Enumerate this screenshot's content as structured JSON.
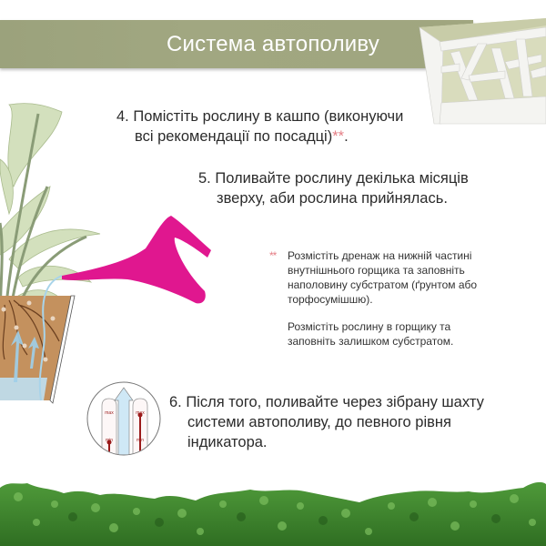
{
  "header": {
    "title": "Система автополиву",
    "bar_color": "#a0a67f",
    "title_color": "#ffffff"
  },
  "steps": [
    {
      "number": "4.",
      "line1": "Помістіть рослину в кашпо (виконуючи",
      "line2": "всі рекомендації по посадці)",
      "marker": "**",
      "end": "."
    },
    {
      "number": "5.",
      "line1": "Поливайте рослину декілька місяців",
      "line2": "зверху, аби рослина прийнялась."
    },
    {
      "number": "6.",
      "line1": "Після того, поливайте через зібрану шахту",
      "line2": "системи автополиву, до певного рівня",
      "line3": "індикатора."
    }
  ],
  "footnote": {
    "marker": "**",
    "paragraph1": "Розмістіть дренаж на нижній частині внутнішнього горщика та заповніть наполовину субстратом (ґрунтом або торфосумішшю).",
    "paragraph2": "Розмістіть рослину в горщику та заповніть залишком субстратом."
  },
  "indicator": {
    "max_label": "max",
    "min_label": "min"
  },
  "colors": {
    "accent_marker": "#e57f86",
    "watering_can": "#e0178f",
    "leaf": "#d3e0bd",
    "soil": "#c4915e",
    "water": "#bfe0f2",
    "indicator_red": "#9b1b1b",
    "hedge_green": "#3f8a2e"
  }
}
